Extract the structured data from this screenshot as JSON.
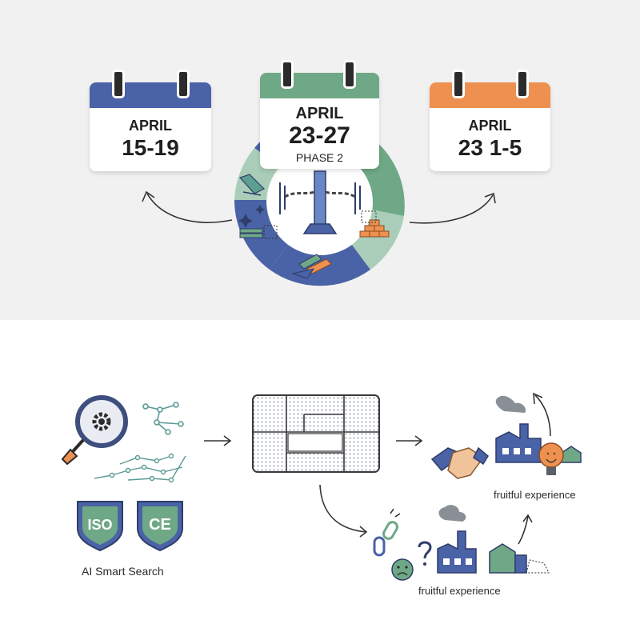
{
  "calendars": {
    "left": {
      "month": "APRIL",
      "days": "15-19"
    },
    "center": {
      "month": "APRIL",
      "days": "23-27",
      "phase": "PHASE 2"
    },
    "right": {
      "month": "APRIL",
      "days": "23 1-5"
    }
  },
  "bottom": {
    "search_label": "AI Smart Search",
    "badge_iso": "ISO",
    "badge_ce": "CE",
    "outcome_top": "fruitful experience",
    "outcome_bottom": "fruitful experience"
  },
  "colors": {
    "blue": "#4a62a6",
    "green": "#6fa886",
    "light_green": "#a9cdb8",
    "orange": "#ee9150",
    "dark": "#2b2b2b"
  }
}
